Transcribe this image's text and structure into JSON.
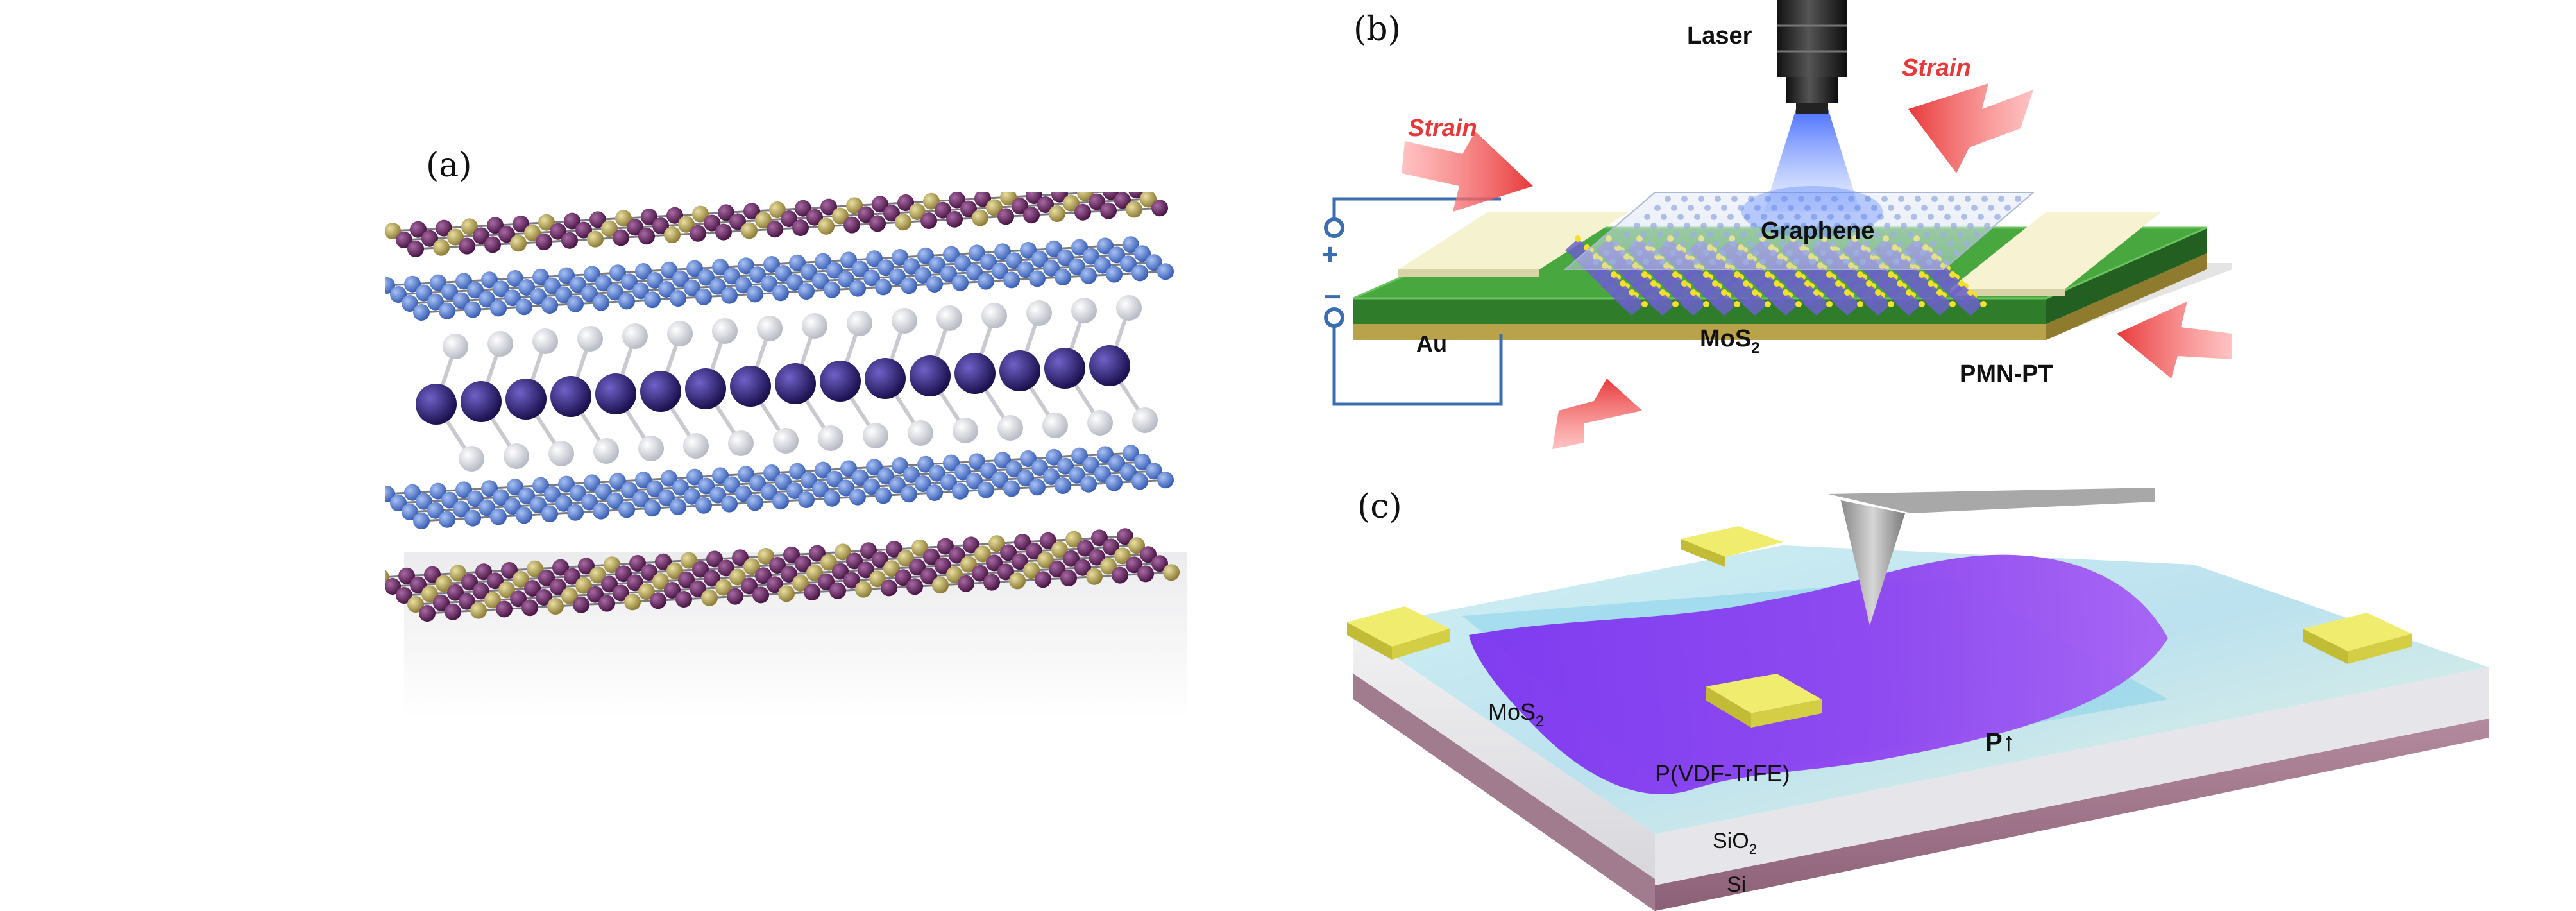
{
  "panels": {
    "a": {
      "label": "(a)"
    },
    "b": {
      "label": "(b)",
      "laser": "Laser",
      "strain_left": "Strain",
      "strain_right": "Strain",
      "graphene": "Graphene",
      "mos2": "MoS",
      "mos2_sub": "2",
      "au": "Au",
      "pmnpt": "PMN-PT",
      "plus": "+",
      "minus": "−"
    },
    "c": {
      "label": "(c)",
      "mos2": "MoS",
      "mos2_sub": "2",
      "polarization": "P↑",
      "pvdf": "P(VDF-TrFE)",
      "sio2": "SiO",
      "sio2_sub": "2",
      "si": "Si"
    }
  },
  "colors": {
    "purple_atom": "#5a1f55",
    "gold_atom": "#b9a558",
    "blue_atom": "#5b82d6",
    "dark_atom": "#2e1f7a",
    "white_atom": "#e8e8ec",
    "green_substrate": "#3f9a3a",
    "gold_layer": "#b8a24a",
    "strain_arrow": "#e8393a",
    "mos2_film": "#8a3cf0",
    "ferroelectric": "#6fd3f0",
    "electrode": "#e6e04a"
  }
}
